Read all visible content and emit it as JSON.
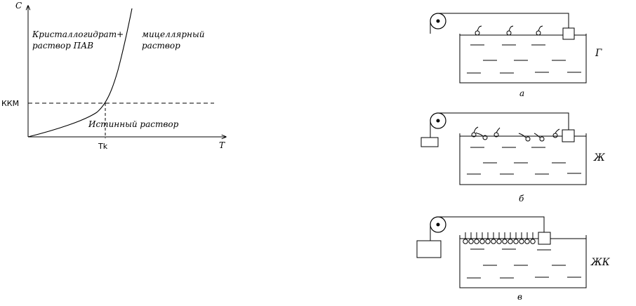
{
  "phase_diagram": {
    "axis_y_label": "C",
    "axis_x_label": "T",
    "region_left_line1": "Кристаллогидрат+",
    "region_left_line2": "раствор ПАВ",
    "region_right_line1": "мицеллярный",
    "region_right_line2": "раствор",
    "region_bottom": "Истинный раствор",
    "ccm_label": "ККМ",
    "tk_label": "Tk"
  },
  "trough_diagrams": [
    {
      "state": "Г",
      "caption": "а"
    },
    {
      "state": "Ж",
      "caption": "б"
    },
    {
      "state": "ЖК",
      "caption": "в"
    }
  ]
}
